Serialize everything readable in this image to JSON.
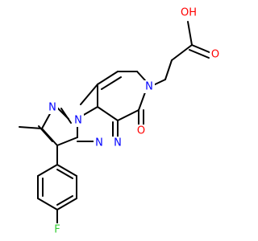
{
  "molecule": {
    "atom_labels": {
      "oh": "OH",
      "o_acid": "O",
      "o_ketone": "O",
      "n_amide": "N",
      "n_ring_top": "N",
      "n_pyrazole_1": "N",
      "n_pyrazole_2": "N",
      "n_triazine_1": "N",
      "n_triazine_2": "N",
      "fluorine": "F"
    },
    "colors": {
      "oxygen": "#ff0000",
      "nitrogen": "#0000ff",
      "fluorine": "#33cc33",
      "bond": "#000000"
    }
  }
}
